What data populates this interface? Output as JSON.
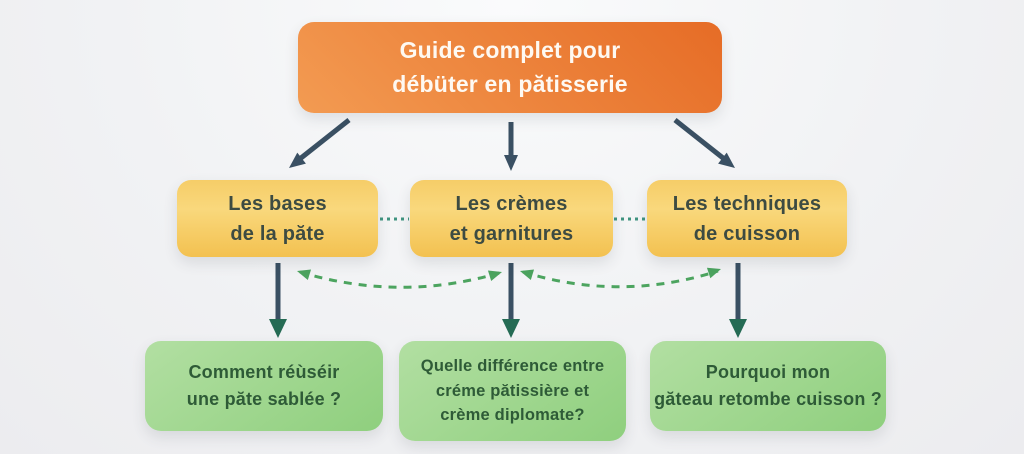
{
  "diagram": {
    "root": {
      "label": "Guide complet pour\ndébüter en pătisserie"
    },
    "branches": [
      {
        "label": "Les bases\nde la păte"
      },
      {
        "label": "Les crèmes\net garnitures"
      },
      {
        "label": "Les techniques\nde cuisson"
      }
    ],
    "questions": [
      {
        "label": "Comment réùséir\nune păte sablée ?"
      },
      {
        "label": "Quelle différence entre\ncréme pătissière et\ncrème diplomate?"
      },
      {
        "label": "Pourquoi mon\ngăteau retombe cuisson ?"
      }
    ],
    "connectors": [
      "root-to-each-branch: solid dark arrow",
      "branch-to-branch: short dotted teal line",
      "branch-to-question: solid dark arrow with teal head",
      "question-cross-links: curved dashed green double-headed arrows"
    ]
  },
  "colors": {
    "background": "#f1f2f4",
    "root_box_start": "#f39b52",
    "root_box_end": "#e66c26",
    "root_text": "#fef9f2",
    "branch_box_start": "#f6cd68",
    "branch_box_end": "#f3c150",
    "branch_text": "#3d4b42",
    "question_box_start": "#b2dfa2",
    "question_box_end": "#8fcf7e",
    "question_text": "#2e5b37",
    "arrow_dark": "#3a5063",
    "arrowhead_teal": "#256b54",
    "link_dotted": "#3f9480",
    "arrow_curved": "#4ca45f"
  }
}
